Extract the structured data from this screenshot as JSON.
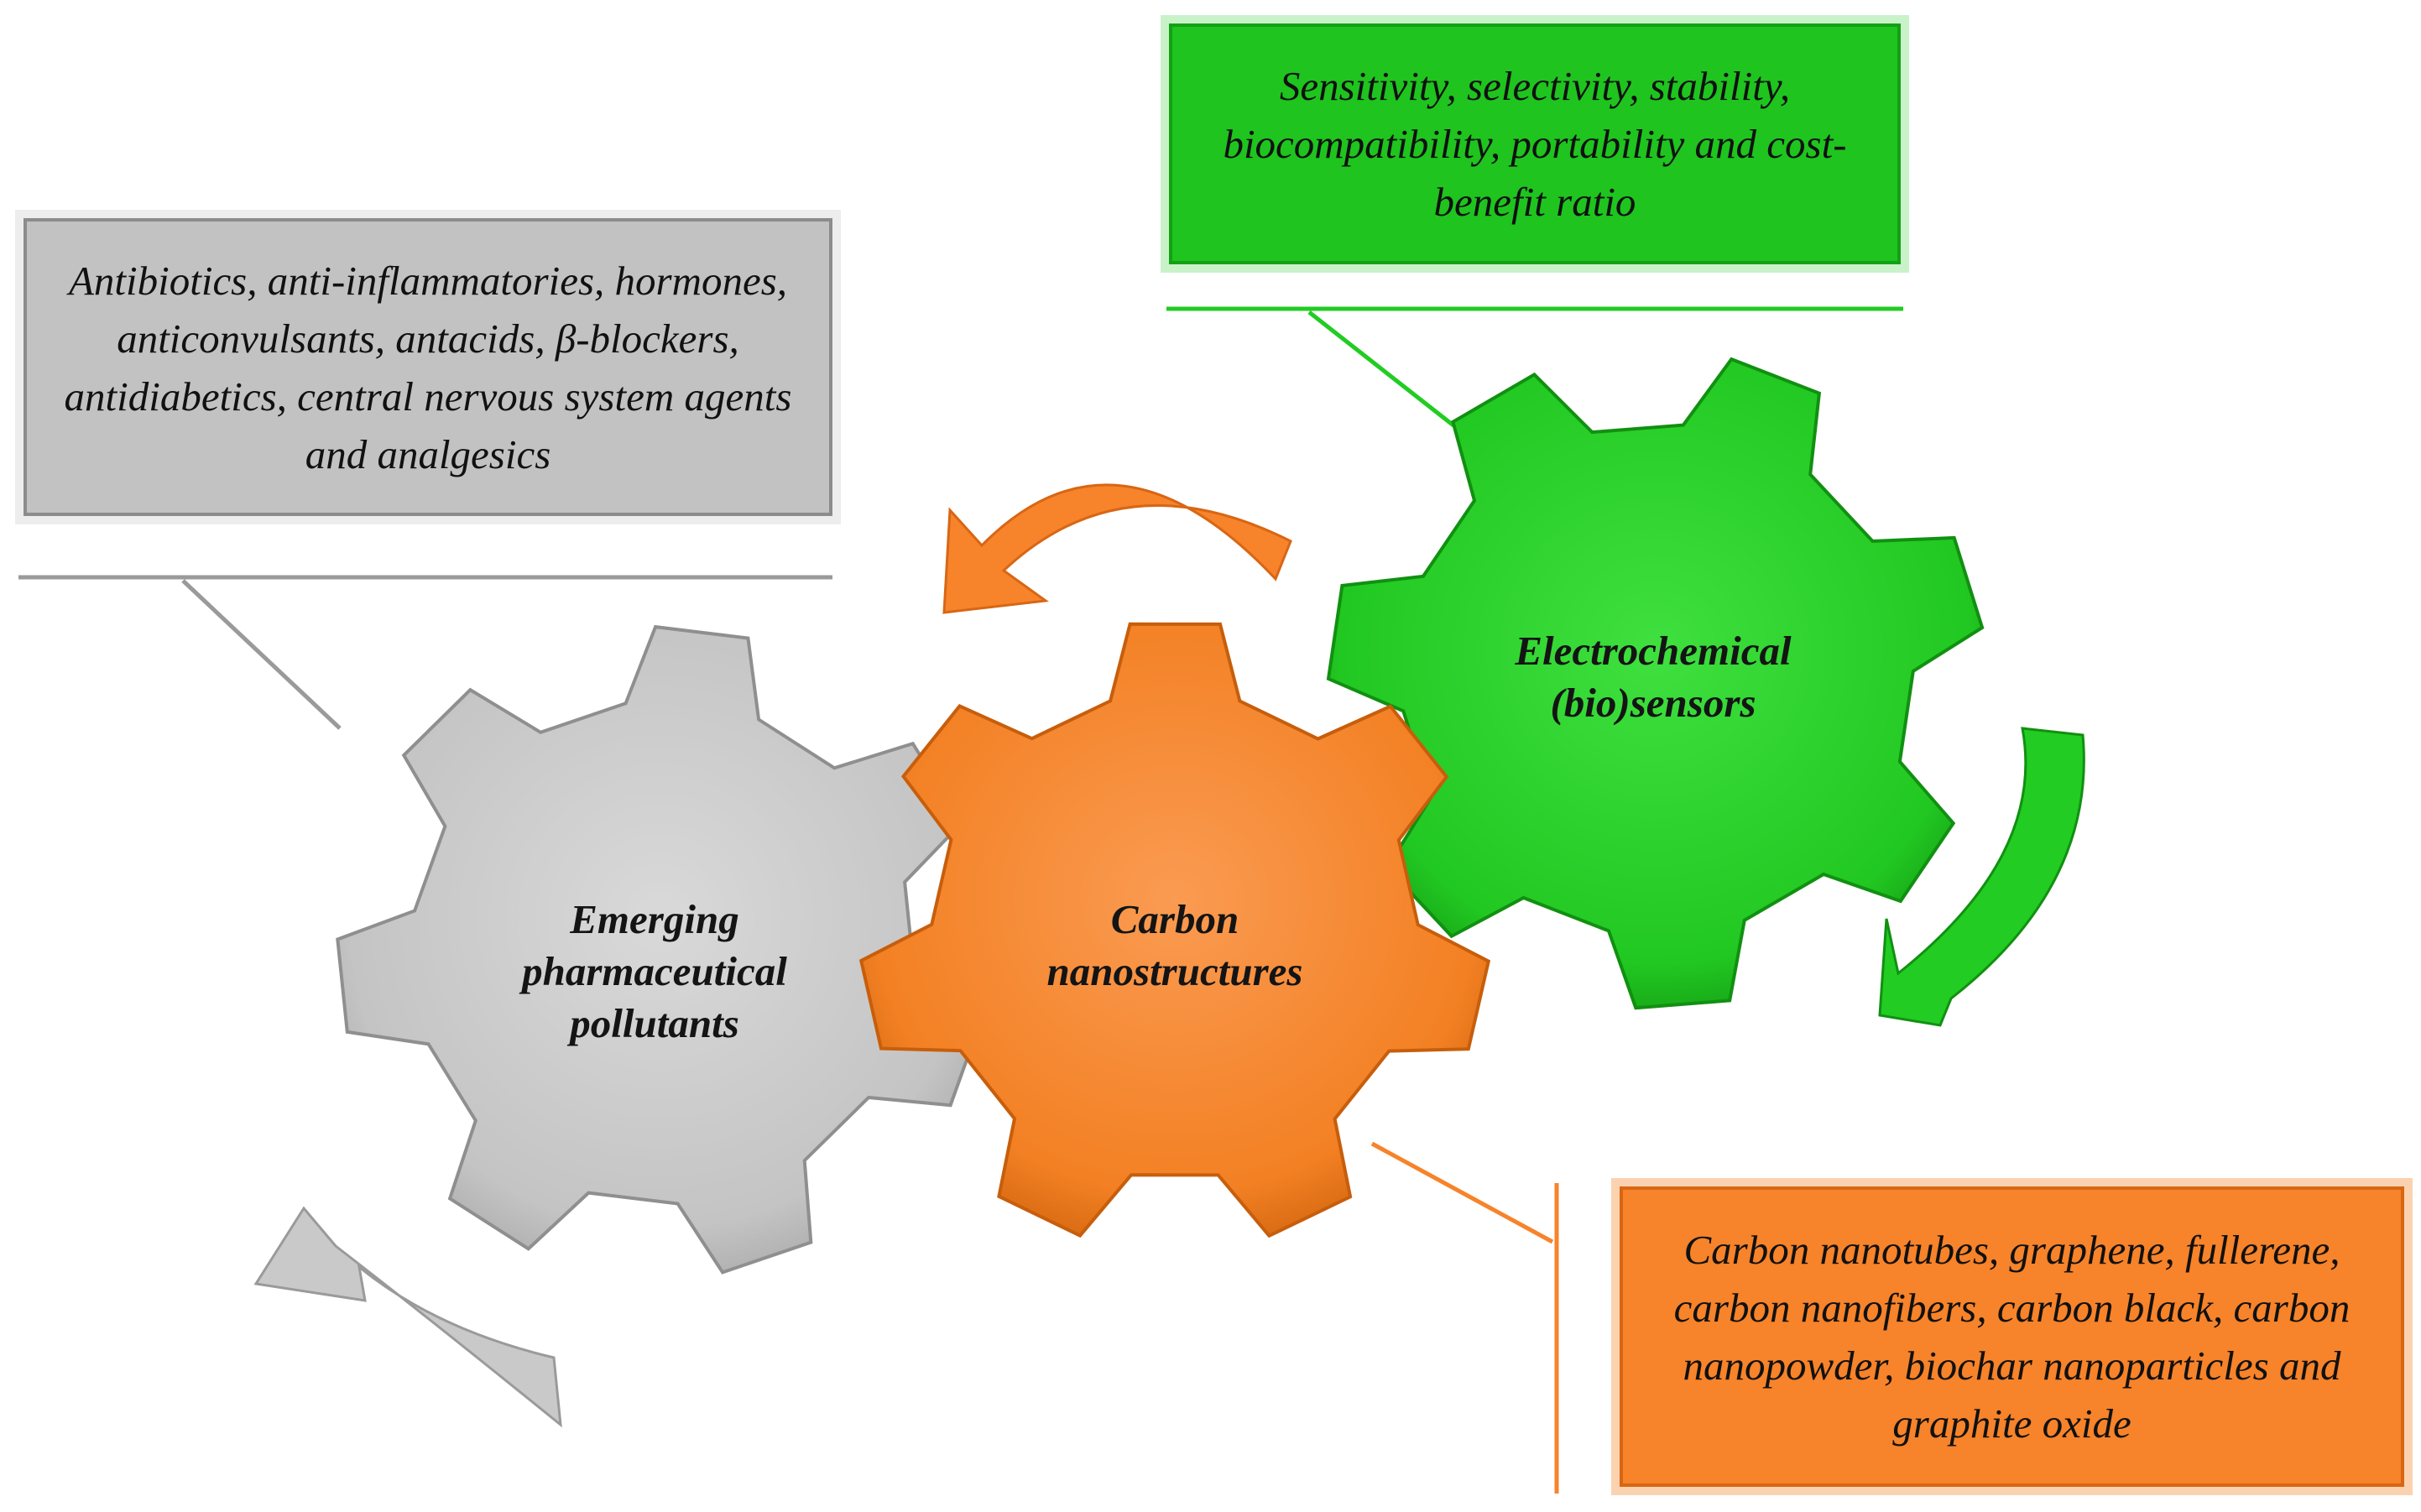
{
  "nodes": {
    "pollutants": {
      "label": "Emerging pharmaceutical pollutants",
      "color": "#c9c9c9"
    },
    "carbon": {
      "label": "Carbon nanostructures",
      "color": "#f7832a"
    },
    "sensors": {
      "label": "Electrochemical (bio)sensors",
      "color": "#22cc22"
    }
  },
  "callouts": {
    "pollutants": {
      "text": "Antibiotics, anti-inflammatories, hormones, anticonvulsants, antacids, β-blockers, antidiabetics, central nervous system agents and analgesics"
    },
    "sensors": {
      "text": "Sensitivity, selectivity, stability, biocompatibility, portability and cost-benefit ratio"
    },
    "carbon": {
      "text": "Carbon nanotubes, graphene, fullerene, carbon nanofibers, carbon black, carbon nanopowder, biochar nanoparticles and graphite oxide"
    }
  },
  "arrows": [
    {
      "id": "cycle-orange",
      "color": "#f7832a"
    },
    {
      "id": "cycle-green",
      "color": "#22cc22"
    },
    {
      "id": "cycle-gray",
      "color": "#c9c9c9"
    }
  ]
}
